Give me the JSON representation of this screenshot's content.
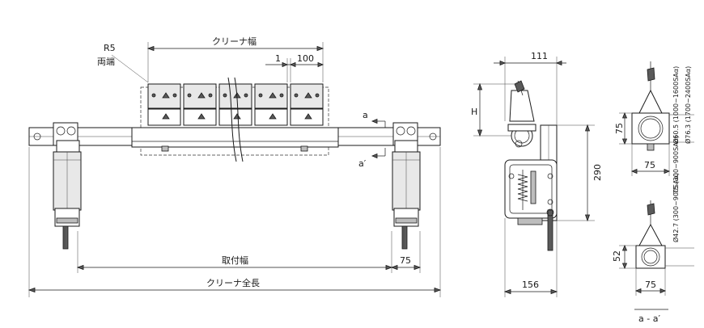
{
  "labels": {
    "r5": "R5",
    "both_ends": "両端",
    "cleaner_width": "クリーナ幅",
    "dim_1": "1",
    "dim_100": "100",
    "section_a_top": "a",
    "section_a_bottom": "a′",
    "mounting_width": "取付幅",
    "dim_75_front": "75",
    "cleaner_total_length": "クリーナ全長",
    "dim_111": "111",
    "dim_h": "H",
    "dim_290": "290",
    "dim_156": "156",
    "dim_75_sec_h": "75",
    "dim_75_sec_w": "75",
    "dia_60_5": "Ø60.5 (1000~1600SAα)",
    "dia_76_3": "Ø76.3 (1700~2400SAα)",
    "sec_range_900": "75 (300~900SAα)",
    "dim_52": "52",
    "dia_42_7": "Ø42.7 (300~900SAα)",
    "dim_75_small": "75",
    "section_aa": "a - a′"
  }
}
